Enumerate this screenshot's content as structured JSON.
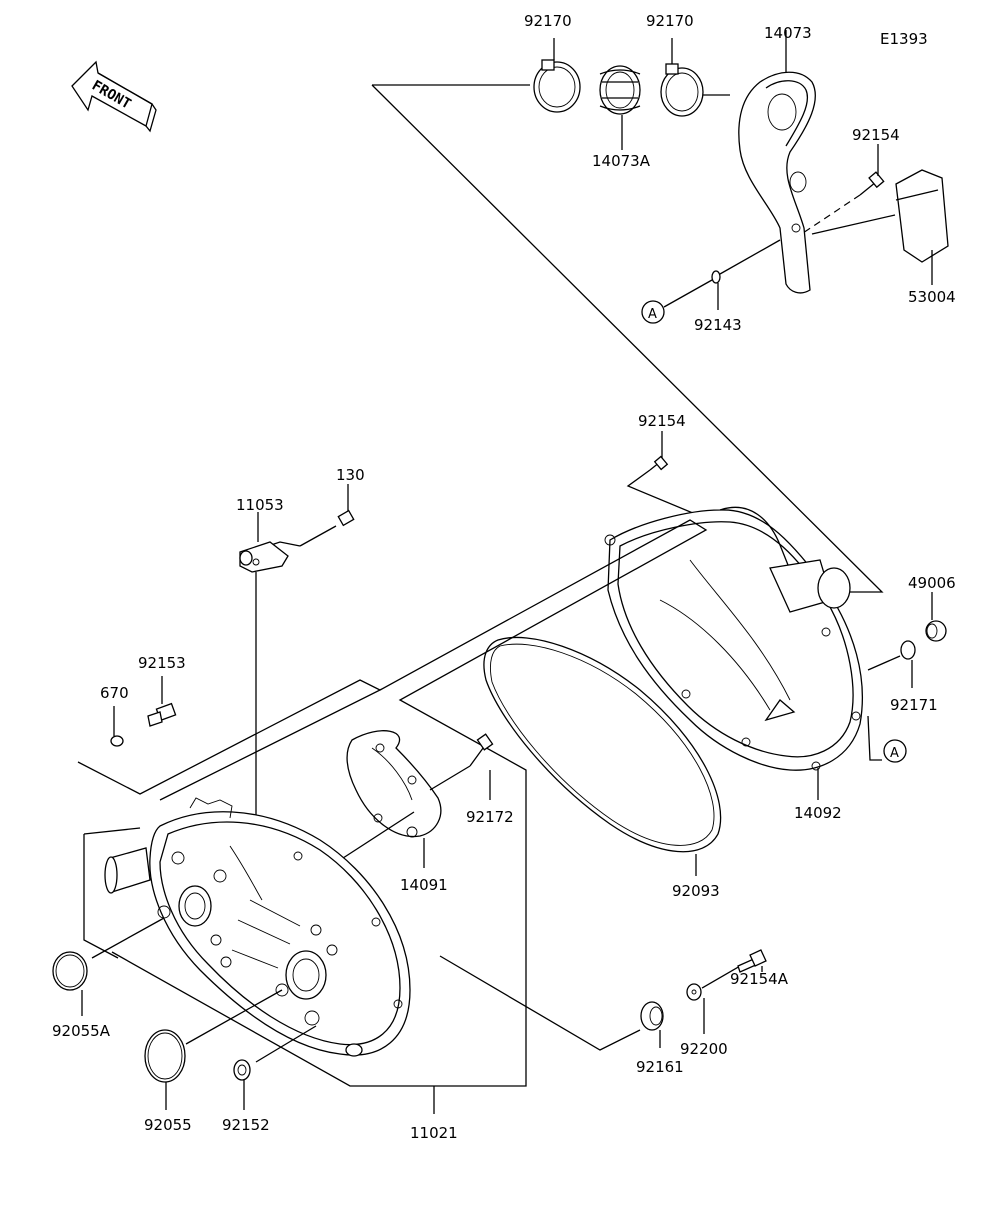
{
  "diagram_code": "E1393",
  "front_label": "FRONT",
  "ref_marker": "A",
  "parts": {
    "clamp_left": "92170",
    "clamp_right": "92170",
    "duct": "14073",
    "duct_joint": "14073A",
    "bolt_duct": "92154",
    "plate": "53004",
    "washer_duct": "92143",
    "bolt_cover_top": "92154",
    "bolt_130": "130",
    "bracket": "11053",
    "cap": "49006",
    "bolt_92153": "92153",
    "oring_670": "670",
    "clamp_92171": "92171",
    "outer_cover": "14092",
    "bolt_92172": "92172",
    "guide_plate": "14091",
    "gasket": "92093",
    "oring_small": "92055A",
    "oring_large": "92055",
    "plug": "92152",
    "inner_cover": "11021",
    "grommet": "92161",
    "washer_92200": "92200",
    "bolt_92154a": "92154A"
  }
}
